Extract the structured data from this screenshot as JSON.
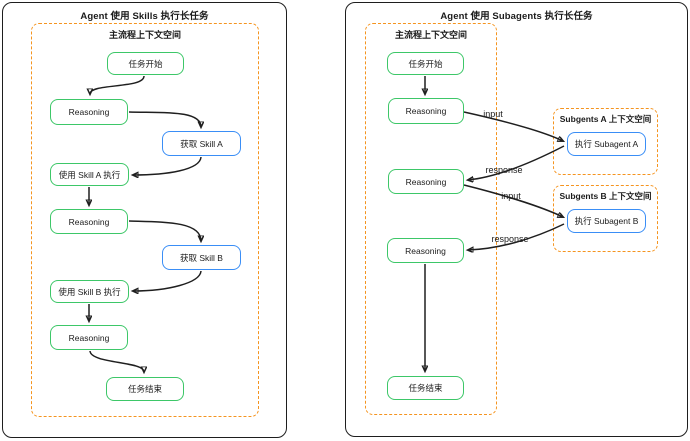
{
  "colors": {
    "node_green": "#3DC768",
    "node_blue": "#3A8EF6",
    "context_orange": "#F5941F",
    "arrow": "#1f1f1f",
    "panel_border": "#1e1e1e"
  },
  "left_panel": {
    "title": "Agent 使用 Skills 执行长任务",
    "context_label": "主流程上下文空间",
    "nodes": {
      "start": "任务开始",
      "reasoning_1": "Reasoning",
      "get_skill_a": "获取 Skill A",
      "use_skill_a": "使用 Skill A 执行",
      "reasoning_2": "Reasoning",
      "get_skill_b": "获取 Skill B",
      "use_skill_b": "使用 Skill B 执行",
      "reasoning_3": "Reasoning",
      "end": "任务结束"
    }
  },
  "right_panel": {
    "title": "Agent 使用 Subagents 执行长任务",
    "context_label": "主流程上下文空间",
    "nodes": {
      "start": "任务开始",
      "reasoning_1": "Reasoning",
      "reasoning_2": "Reasoning",
      "reasoning_3": "Reasoning",
      "end": "任务结束"
    },
    "subagent_a": {
      "context_label": "Subgents A 上下文空间",
      "node": "执行 Subagent A"
    },
    "subagent_b": {
      "context_label": "Subgents B 上下文空间",
      "node": "执行 Subagent B"
    },
    "edge_labels": {
      "input_a": "input",
      "response_a": "response",
      "input_b": "input",
      "response_b": "response"
    }
  }
}
